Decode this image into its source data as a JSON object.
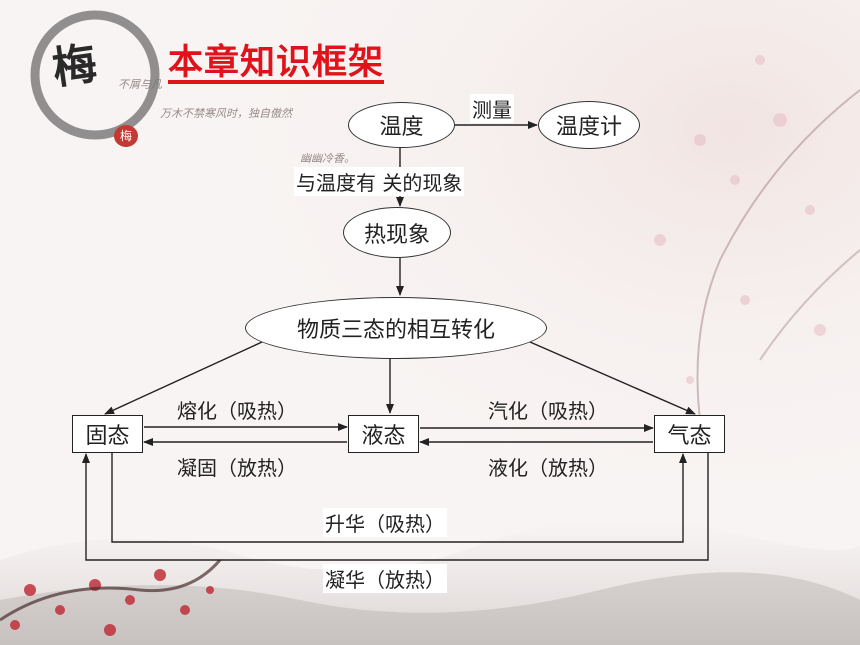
{
  "title": "本章知识框架",
  "decor": {
    "seal_char": "梅",
    "stamp_char": "梅",
    "poem_line1": "不屑与凡",
    "poem_line2": "万木不禁寒风时，独自傲然",
    "poem_line3": "幽幽冷香。"
  },
  "nodes": {
    "temperature": "温度",
    "thermometer": "温度计",
    "thermal_phenomena": "热现象",
    "three_states": "物质三态的相互转化",
    "solid": "固态",
    "liquid": "液态",
    "gas": "气态"
  },
  "edges": {
    "measure": "测量",
    "related": "与温度有  关的现象",
    "melting": "熔化（吸热）",
    "solidifying": "凝固（放热）",
    "vaporization": "汽化（吸热）",
    "liquefaction": "液化（放热）",
    "sublimation": "升华（吸热）",
    "deposition": "凝华（放热）"
  }
}
